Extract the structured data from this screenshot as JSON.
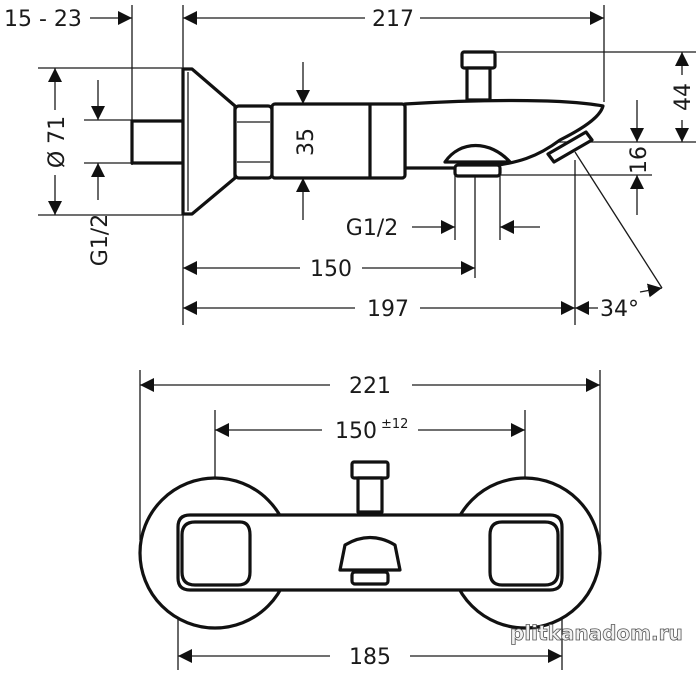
{
  "side_view": {
    "dim_wall_offset": "15 - 23",
    "dim_total_length": "217",
    "dim_rosette_diameter": "Ø 71",
    "dim_inlet_thread": "G1/2",
    "dim_body_height": "35",
    "dim_top_height": "44",
    "dim_spout_offset": "16",
    "dim_outlet_thread": "G1/2",
    "dim_outlet_distance": "150",
    "dim_spout_reach": "197",
    "dim_spout_angle": "34°"
  },
  "front_view": {
    "dim_overall_width": "221",
    "dim_center_distance": "150",
    "dim_center_tolerance": "±12",
    "dim_body_width": "185"
  },
  "watermark": "plitkanadom.ru"
}
